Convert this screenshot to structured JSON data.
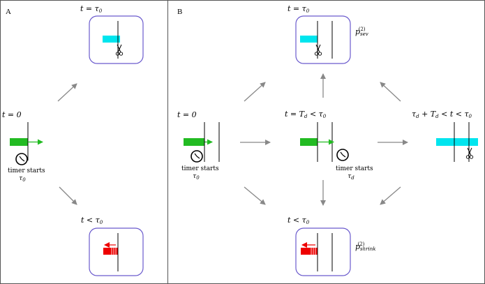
{
  "panel_a": {
    "label": "A",
    "t_top": "t = τ",
    "t_top_sub": "0",
    "t_left": "t = 0",
    "t_bottom": "t < τ",
    "t_bottom_sub": "0",
    "timer_line1": "timer starts",
    "timer_line2": "τ",
    "timer_line2_sub": "0"
  },
  "panel_b": {
    "label": "B",
    "t_top": "t = τ",
    "t_top_sub": "0",
    "p_sev": "p",
    "p_sev_sup": "(2)",
    "p_sev_sub": "sev",
    "t_left": "t = 0",
    "timer1_line1": "timer starts",
    "timer1_line2": "τ",
    "timer1_line2_sub": "0",
    "t_mid": "t = T",
    "t_mid_sub": "d",
    "t_mid_tail": " < τ",
    "t_mid_tail_sub": "0",
    "timer2_line1": "timer starts",
    "timer2_line2": "τ",
    "timer2_line2_sub": "d",
    "t_right": "τ",
    "t_right_sub": "d",
    "t_right_mid": " + T",
    "t_right_mid_sub": "d",
    "t_right_tail": " < t < τ",
    "t_right_tail_sub": "0",
    "t_bottom": "t < τ",
    "t_bottom_sub": "0",
    "p_shrink": "p",
    "p_shrink_sup": "(2)",
    "p_shrink_sub": "shrink"
  },
  "colors": {
    "growing": "#22bb22",
    "severed": "#00e5ee",
    "shrinking": "#ee0000",
    "box_border": "#6a5acd",
    "arrow": "#888888"
  }
}
